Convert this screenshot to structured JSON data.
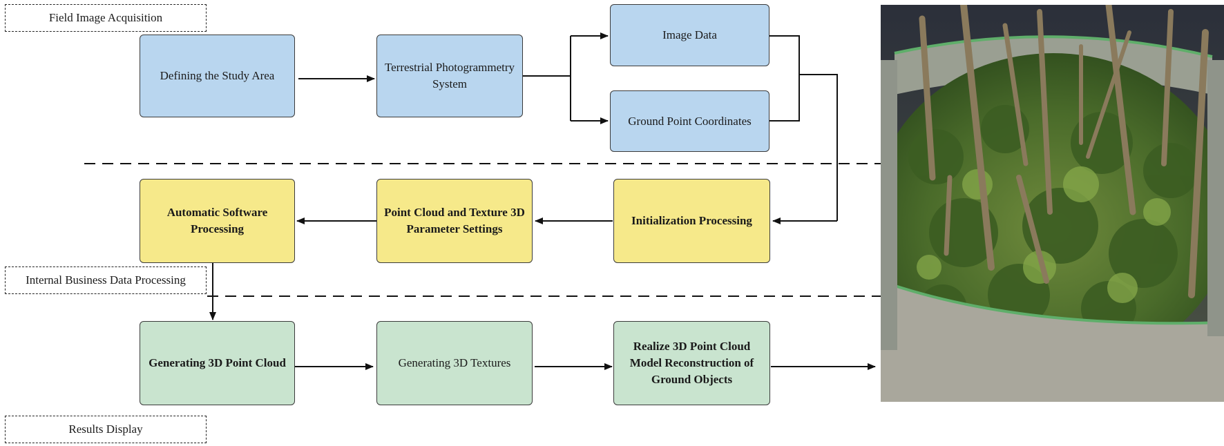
{
  "sections": {
    "field": "Field Image Acquisition",
    "internal": "Internal Business Data Processing",
    "results": "Results Display"
  },
  "boxes": {
    "define_area": "Defining the Study Area",
    "photogrammetry": "Terrestrial Photogrammetry System",
    "image_data": "Image Data",
    "ground_points": "Ground Point Coordinates",
    "auto_processing": "Automatic Software Processing",
    "param_settings": "Point Cloud and Texture 3D Parameter Settings",
    "init_processing": "Initialization Processing",
    "gen_point_cloud": "Generating 3D Point Cloud",
    "gen_textures": "Generating 3D Textures",
    "reconstruction": "Realize 3D Point Cloud Model Reconstruction of Ground Objects"
  },
  "colors": {
    "acquisition": "#b9d6ef",
    "processing": "#f6e98a",
    "display": "#c9e4cf"
  },
  "image": "3D point cloud model of forest plot"
}
